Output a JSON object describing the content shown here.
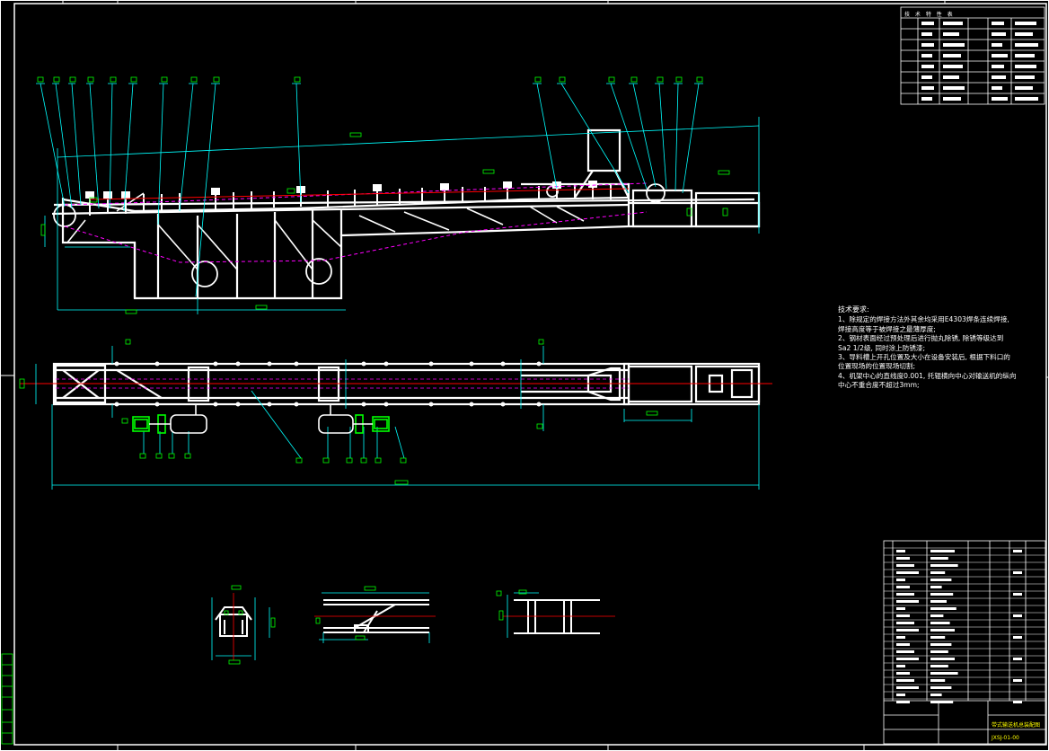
{
  "drawing": {
    "sheet_background": "#000000",
    "colors": {
      "outline": "#ffffff",
      "dimension": "#00ffff",
      "centerline": "#ff0000",
      "hidden": "#ff00ff",
      "label": "#00ff00",
      "callout_text": "#ffff00"
    }
  },
  "technical_requirements": {
    "title": "技术要求:",
    "lines": [
      "1、除规定的焊接方法外其余均采用E4303焊条连续焊接,",
      "焊接高度等于被焊接之最薄厚度;",
      "2、钢材表面经过预处理后进行抛丸除锈, 除锈等级达到",
      "Sa2 1/2级, 同时涂上防锈漆;",
      "3、导料槽上开孔位置及大小在设备安装后, 根据下料口的",
      "位置现场的位置现场切割;",
      "4、机架中心的直线度0.001, 托辊横向中心对输送机的纵向",
      "中心不重合度不超过3mm;"
    ]
  },
  "title_block": {
    "drawing_name": "带式输送机总装配图",
    "drawing_number": "JXSJ-01-00"
  },
  "top_table": {
    "header": "技 术 特 性 表"
  }
}
